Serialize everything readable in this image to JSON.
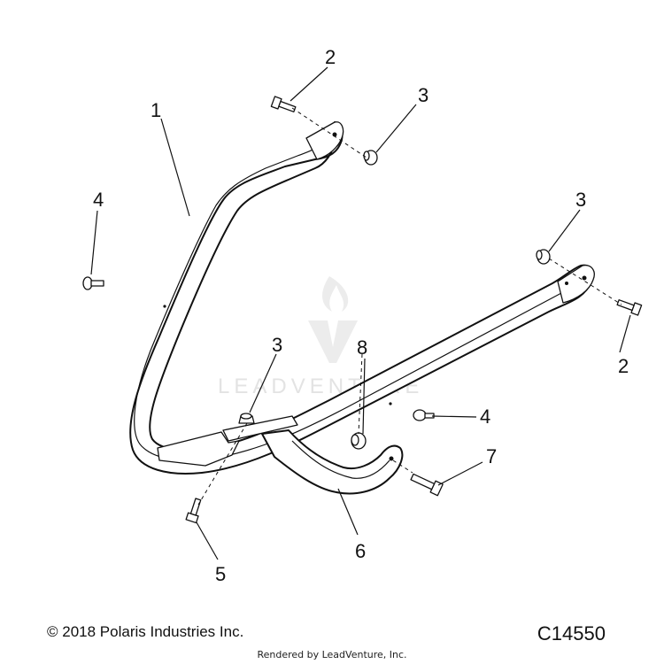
{
  "callouts": [
    {
      "id": "c1",
      "label": "1"
    },
    {
      "id": "c2a",
      "label": "2"
    },
    {
      "id": "c2b",
      "label": "2"
    },
    {
      "id": "c3a",
      "label": "3"
    },
    {
      "id": "c3b",
      "label": "3"
    },
    {
      "id": "c3c",
      "label": "3"
    },
    {
      "id": "c4a",
      "label": "4"
    },
    {
      "id": "c4b",
      "label": "4"
    },
    {
      "id": "c5",
      "label": "5"
    },
    {
      "id": "c6",
      "label": "6"
    },
    {
      "id": "c7",
      "label": "7"
    },
    {
      "id": "c8",
      "label": "8"
    }
  ],
  "watermark": {
    "text": "LEADVENTURE"
  },
  "footer": {
    "copyright": "© 2018 Polaris Industries Inc.",
    "diagram_code": "C14550",
    "rendered_by": "Rendered by LeadVenture, Inc."
  }
}
